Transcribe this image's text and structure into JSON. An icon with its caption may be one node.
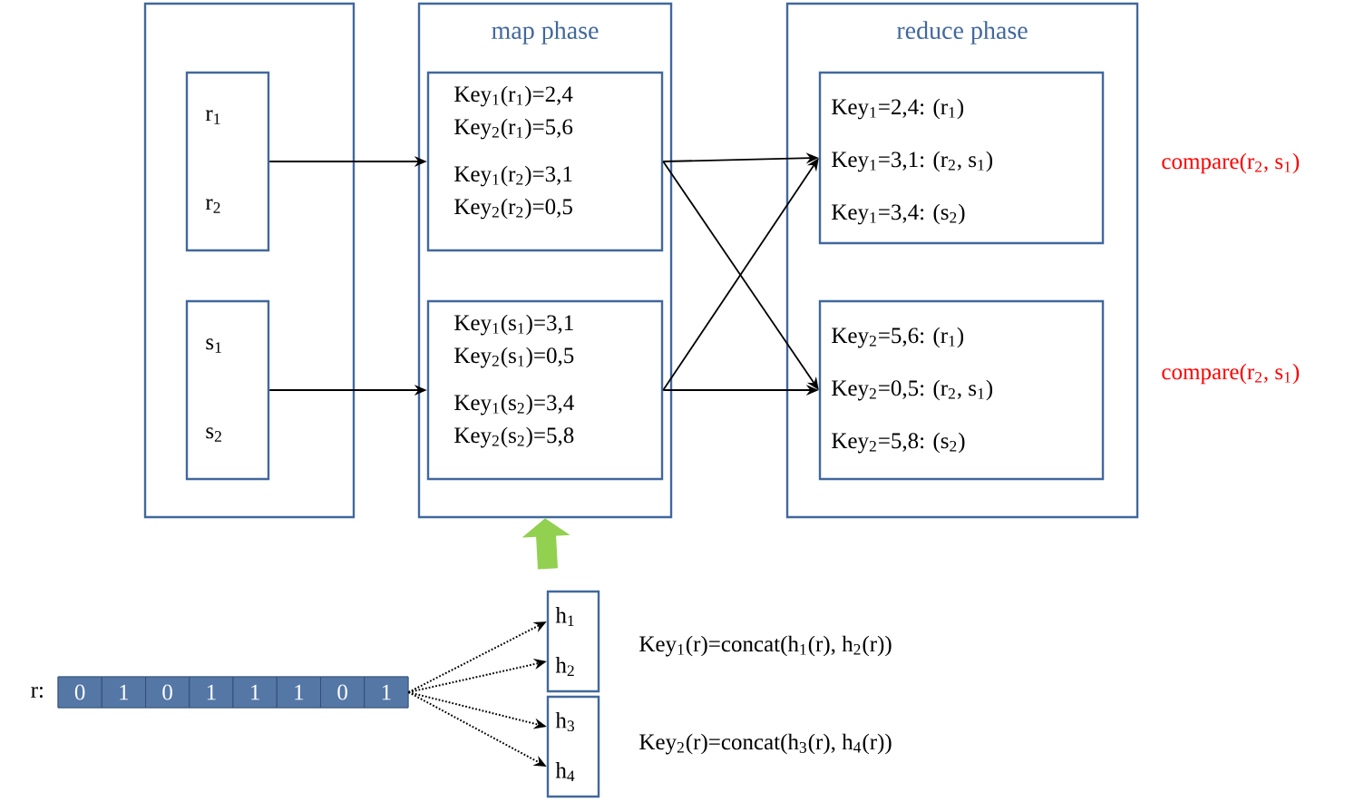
{
  "diagram": {
    "nodes": [
      {
        "text": [],
        "shape": "box"
      },
      {
        "text": [
          "r$_{1}$",
          "r$_{2}$"
        ],
        "in": 0
      },
      {
        "text": [
          "s$_{1}$",
          "s$_{2}$"
        ],
        "in": 0
      },
      {
        "text": [
          "map phase"
        ]
      },
      {
        "text": [
          "Key$_{1}$(r$_{1}$)=2,4",
          "Key$_{2}$(r$_{1}$)=5,6",
          "Key$_{1}$(r$_{2}$)=3,1",
          "Key$_{2}$(r$_{2}$)=0,5"
        ],
        "in": 3
      },
      {
        "text": [
          "Key$_{1}$(s$_{1}$)=3,1",
          "Key$_{2}$(s$_{1}$)=0,5",
          "Key$_{1}$(s$_{2}$)=3,4",
          "Key$_{2}$(s$_{2}$)=5,8"
        ],
        "in": 3
      },
      {
        "text": [
          "reduce phase"
        ]
      },
      {
        "text": [
          "Key$_{1}$=2,4: (r$_{1}$)",
          "Key$_{1}$=3,1: (r$_{2}$, s$_{1}$)",
          "Key$_{1}$=3,4: (s$_{2}$)"
        ],
        "in": 6
      },
      {
        "text": [
          "Key$_{2}$=5,6: (r$_{1}$)",
          "Key$_{2}$=0,5: (r$_{2}$, s$_{1}$)",
          "Key$_{2}$=5,8: (s$_{2}$)"
        ],
        "in": 6
      },
      {
        "text": [
          "0",
          "1",
          "0",
          "1",
          "1",
          "1",
          "0",
          "1"
        ],
        "beside": [
          "r:"
        ]
      },
      {
        "text": [
          "h$_{1}$",
          "h$_{2}$"
        ]
      },
      {
        "text": [
          "h$_{3}$",
          "h$_{4}$"
        ]
      }
    ],
    "edges": [
      {
        "from": 1,
        "to": 4,
        "arrow": "to"
      },
      {
        "from": 2,
        "to": 5,
        "arrow": "to"
      },
      {
        "from": 4,
        "to": 7,
        "arrow": "to"
      },
      {
        "from": 4,
        "to": 8,
        "arrow": "to"
      },
      {
        "from": 5,
        "to": 7,
        "arrow": "to"
      },
      {
        "from": 5,
        "to": 8,
        "arrow": "to"
      },
      {
        "from": 9,
        "to": 10,
        "arrow": "to",
        "style": "dashed"
      },
      {
        "from": 9,
        "to": 10,
        "arrow": "to",
        "style": "dashed"
      },
      {
        "from": 9,
        "to": 11,
        "arrow": "to",
        "style": "dashed"
      },
      {
        "from": 9,
        "to": 11,
        "arrow": "to",
        "style": "dashed"
      },
      {
        "from": 10,
        "to": 3,
        "arrow": "to",
        "style": "thick",
        "color": "#92d050"
      }
    ],
    "labels": [
      "compare(r$_{2}$, s$_{1}$)",
      "compare(r$_{2}$, s$_{1}$)",
      "Key$_{1}$(r)=concat(h$_{1}$(r), h$_{2}$(r))",
      "Key$_{2}$(r)=concat(h$_{3}$(r), h$_{4}$(r))"
    ]
  }
}
